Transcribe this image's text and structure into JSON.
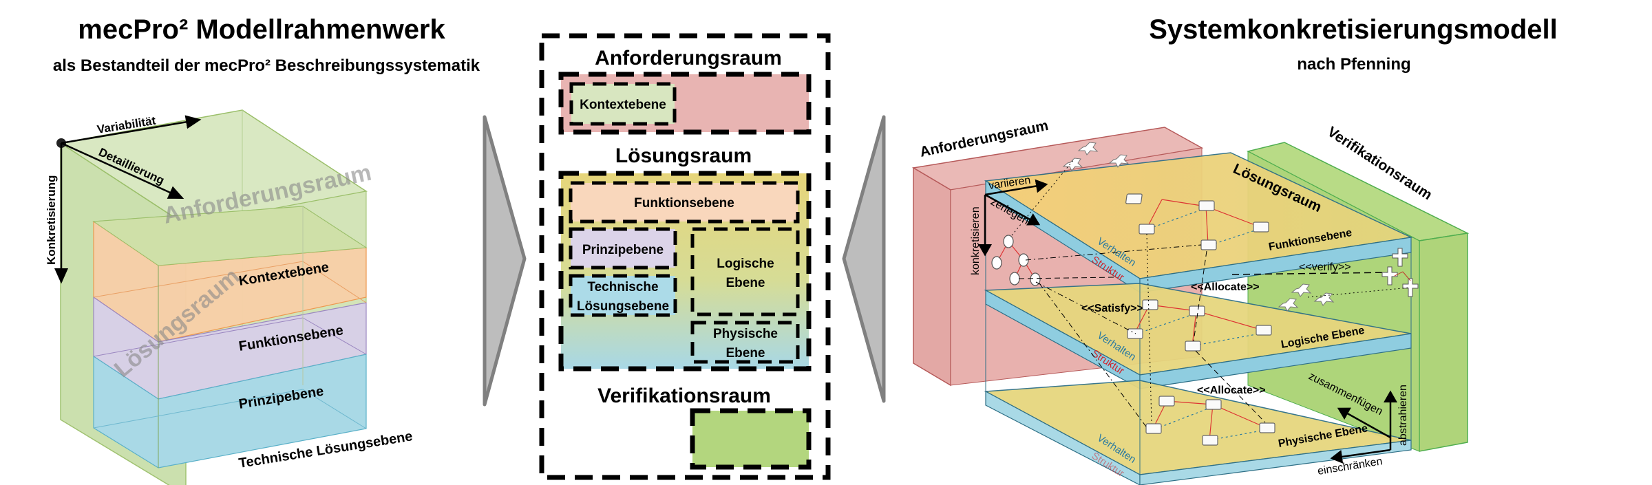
{
  "left_panel": {
    "title": "mecPro² Modellrahmenwerk",
    "subtitle": "als Bestandteil der mecPro² Beschreibungssystematik",
    "axes": {
      "x": "Variabilität",
      "z": "Detaillierung",
      "y": "Konkretisierung"
    },
    "watermarks": [
      "Anforderungsraum",
      "Lösungsraum"
    ],
    "layers": [
      {
        "label": "Kontextebene",
        "color": "#cfe0b0"
      },
      {
        "label": "Funktionsebene",
        "color": "#f8cfa8"
      },
      {
        "label": "Prinzipebene",
        "color": "#d7d0e6"
      },
      {
        "label": "Technische Lösungsebene",
        "color": "#a9d9e6"
      }
    ],
    "outer_color": "#c9dfaa"
  },
  "middle_panel": {
    "anforderungsraum": {
      "title": "Anforderungsraum",
      "color": "#e8b4b2",
      "inner": "Kontextebene",
      "inner_color": "#d8e6c0"
    },
    "loesungsraum": {
      "title": "Lösungsraum",
      "color_top": "#e4d47c",
      "color_bottom": "#a9d6e3",
      "boxes": {
        "funktion": {
          "label": "Funktionsebene",
          "color": "#f9d7bc"
        },
        "prinzip": {
          "label": "Prinzipebene",
          "color": "#dcd4e9"
        },
        "technisch": {
          "line1": "Technische",
          "line2": "Lösungsebene",
          "color": "#acdbe8"
        },
        "logisch": {
          "line1": "Logische",
          "line2": "Ebene"
        },
        "physisch": {
          "line1": "Physische",
          "line2": "Ebene"
        }
      }
    },
    "verifikationsraum": {
      "title": "Verifikationsraum",
      "color": "#b3d67e"
    }
  },
  "right_panel": {
    "title": "Systemkonkretisierungsmodell",
    "subtitle": "nach Pfenning",
    "spaces": {
      "anforderung": {
        "label": "Anforderungsraum",
        "color": "#e8b1ae"
      },
      "loesung": {
        "label": "Lösungsraum",
        "color": "#e6d67e"
      },
      "verifikation": {
        "label": "Verifikationsraum",
        "color": "#afd47a"
      }
    },
    "levels": [
      "Funktionsebene",
      "Logische Ebene",
      "Physische Ebene"
    ],
    "layer_labels": {
      "behavior": "Verhalten",
      "structure": "Struktur"
    },
    "relations": {
      "satisfy": "<<Satisfy>>",
      "allocate": "<<Allocate>>",
      "verify": "<<verify>>"
    },
    "actions": {
      "variieren": "variieren",
      "zerlegen": "zerlegen",
      "konkretisieren": "konkretisieren",
      "zusammenfuegen": "zusammenfügen",
      "abstrahieren": "abstrahieren",
      "einschraenken": "einschränken"
    }
  }
}
